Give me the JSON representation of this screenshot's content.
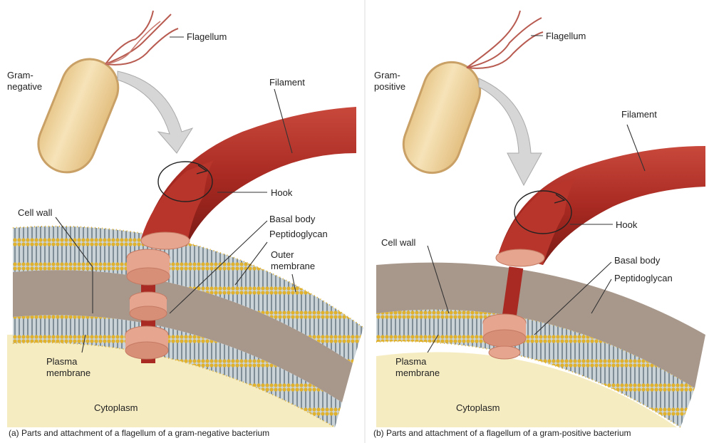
{
  "panels": [
    {
      "id": "a",
      "caption": "(a) Parts and attachment of a flagellum of a gram-negative bacterium",
      "labels": {
        "flagellum": "Flagellum",
        "gram": "Gram-\nnegative",
        "filament": "Filament",
        "hook": "Hook",
        "basal_body": "Basal body",
        "peptidoglycan": "Peptidoglycan",
        "outer_membrane": "Outer\nmembrane",
        "cell_wall": "Cell wall",
        "plasma_membrane": "Plasma\nmembrane",
        "cytoplasm": "Cytoplasm"
      }
    },
    {
      "id": "b",
      "caption": "(b) Parts and attachment of a flagellum of a gram-positive bacterium",
      "labels": {
        "flagellum": "Flagellum",
        "gram": "Gram-\npositive",
        "filament": "Filament",
        "hook": "Hook",
        "basal_body": "Basal body",
        "peptidoglycan": "Peptidoglycan",
        "cell_wall": "Cell wall",
        "plasma_membrane": "Plasma\nmembrane",
        "cytoplasm": "Cytoplasm"
      }
    }
  ],
  "colors": {
    "filament": "#a92a22",
    "filament_dark": "#7d1c16",
    "filament_light": "#c6463b",
    "hook": "#b8352b",
    "rings": "#e6a58f",
    "rings_dark": "#c47a63",
    "cell_body": "#f0d9a6",
    "cell_outline": "#c9a066",
    "peptidoglycan": "#a8988c",
    "membrane_head": "#e0b12c",
    "membrane_tail": "#6d7f8a",
    "cytoplasm": "#f6ecc2",
    "arrow": "#cccccc"
  }
}
